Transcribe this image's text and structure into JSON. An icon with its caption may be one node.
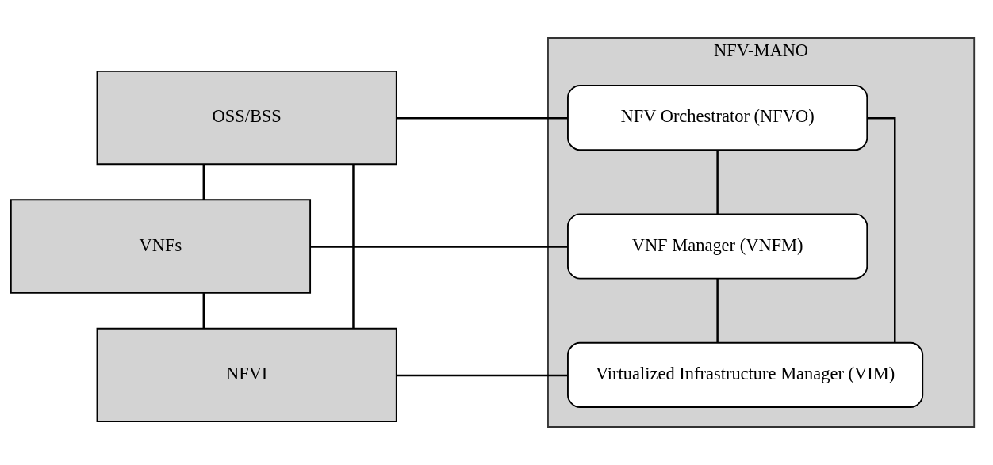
{
  "diagram": {
    "nodes": [
      {
        "text": [
          "OSS/BSS"
        ]
      },
      {
        "text": [
          "VNFs"
        ]
      },
      {
        "text": [
          "NFVI"
        ]
      },
      {
        "text": [
          "NFV-MANO"
        ]
      },
      {
        "text": [
          "NFV Orchestrator (NFVO)"
        ],
        "in": 3
      },
      {
        "text": [
          "VNF Manager (VNFM)"
        ],
        "in": 3
      },
      {
        "text": [
          "Virtualized Infrastructure Manager (VIM)"
        ],
        "in": 3
      }
    ],
    "edges": [
      {
        "from": 0,
        "to": 1,
        "arrow": "none"
      },
      {
        "from": 1,
        "to": 2,
        "arrow": "none"
      },
      {
        "from": 0,
        "to": 2,
        "arrow": "none"
      },
      {
        "from": 0,
        "to": 4,
        "arrow": "none"
      },
      {
        "from": 1,
        "to": 5,
        "arrow": "none"
      },
      {
        "from": 2,
        "to": 6,
        "arrow": "none"
      },
      {
        "from": 4,
        "to": 5,
        "arrow": "none"
      },
      {
        "from": 5,
        "to": 6,
        "arrow": "none"
      },
      {
        "from": 4,
        "to": 6,
        "arrow": "none"
      }
    ]
  }
}
